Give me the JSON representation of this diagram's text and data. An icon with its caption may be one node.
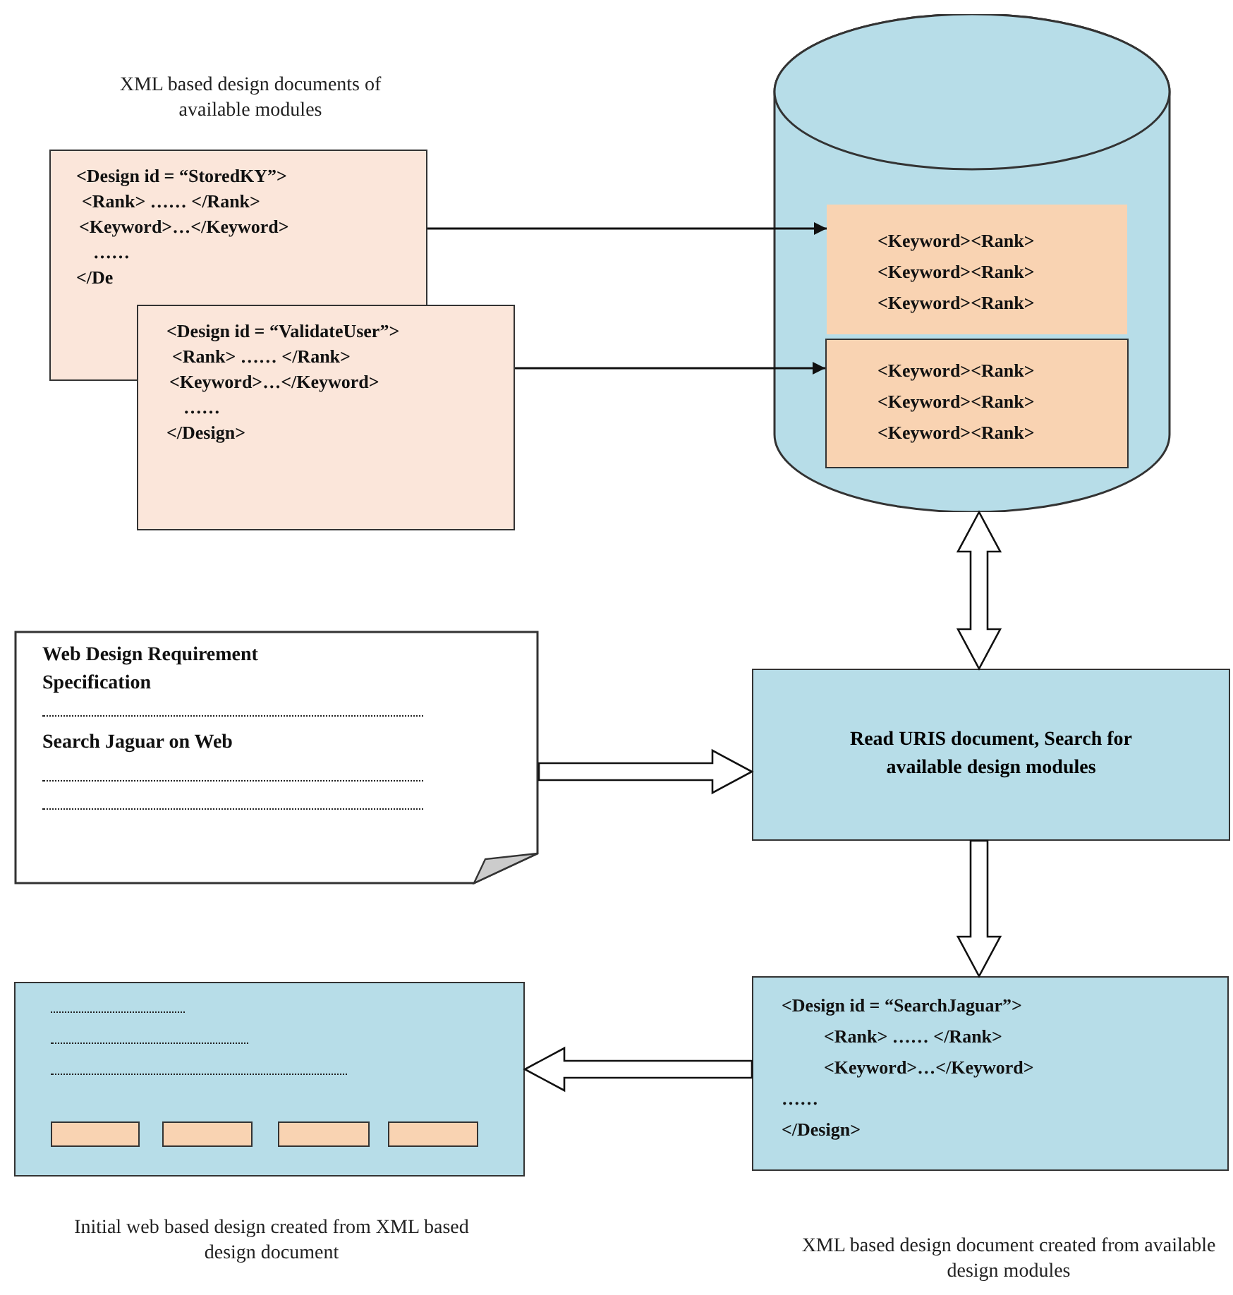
{
  "diagram": {
    "nodes": [
      {
        "text": [
          "<Design id = “StoredKY”>",
          "<Rank> …… </Rank>",
          "<Keyword>…</Keyword>",
          "……",
          "</De"
        ],
        "beside": [
          "XML based design documents of available modules"
        ]
      },
      {
        "text": [
          "<Design id = “ValidateUser”>",
          "<Rank> …… </Rank>",
          "<Keyword>…</Keyword>",
          "……",
          "</Design>"
        ]
      },
      {
        "text": [],
        "shape": "cylinder"
      },
      {
        "text": [
          "<Keyword><Rank>",
          "<Keyword><Rank>",
          "<Keyword><Rank>"
        ],
        "in": 2
      },
      {
        "text": [
          "<Keyword><Rank>",
          "<Keyword><Rank>",
          "<Keyword><Rank>"
        ],
        "in": 2
      },
      {
        "text": [
          "Web Design Requirement Specification",
          "Search Jaguar on Web"
        ]
      },
      {
        "text": [
          "Read URIS document, Search for available design modules"
        ]
      },
      {
        "text": [
          "<Design id = “SearchJaguar”>",
          "<Rank> …… </Rank>",
          "<Keyword>…</Keyword>",
          "……",
          "</Design>"
        ],
        "beside": [
          "XML based design document created from available design modules"
        ]
      },
      {
        "text": [],
        "shape": "box",
        "beside": [
          "Initial web based design created from XML based design document"
        ]
      }
    ],
    "edges": [
      {
        "from": 0,
        "to": 3,
        "arrow": "to"
      },
      {
        "from": 1,
        "to": 4,
        "arrow": "to"
      },
      {
        "from": 2,
        "to": 6,
        "arrow": "both",
        "style": "thick"
      },
      {
        "from": 5,
        "to": 6,
        "arrow": "to",
        "style": "thick"
      },
      {
        "from": 6,
        "to": 7,
        "arrow": "to",
        "style": "thick"
      },
      {
        "from": 7,
        "to": 8,
        "arrow": "to",
        "style": "thick"
      }
    ]
  }
}
